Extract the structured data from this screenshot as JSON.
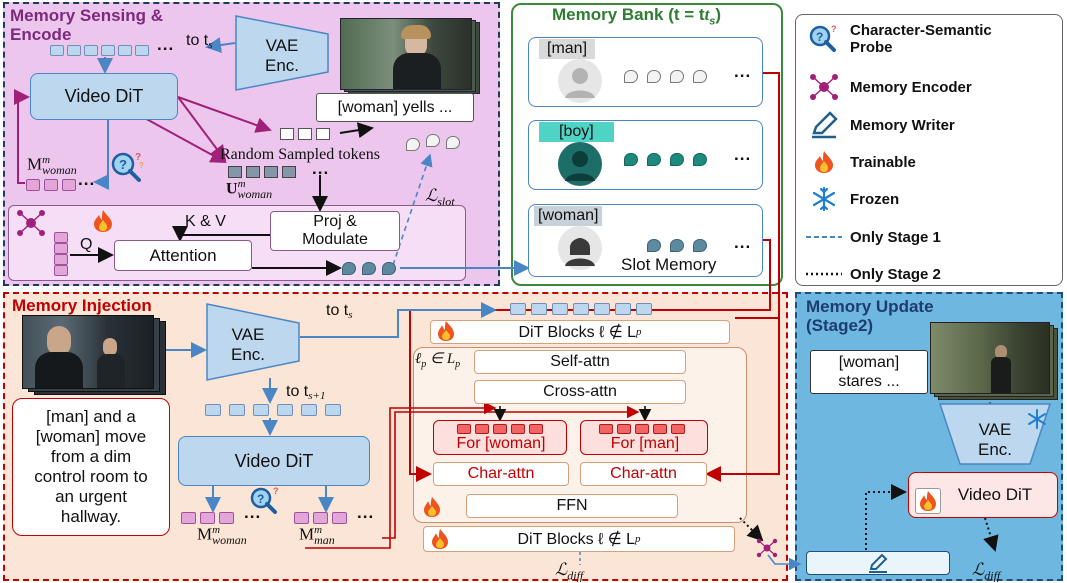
{
  "sensing": {
    "title_line1": "Memory Sensing &",
    "title_line2": "Encode",
    "to_ts": "to t",
    "to_ts_sub": "s",
    "vae_line1": "VAE",
    "vae_line2": "Enc.",
    "video_dit": "Video DiT",
    "caption": "[woman] yells ...",
    "m_base": "M",
    "m_sup": "m",
    "m_sub": "woman",
    "random_tokens": "Random Sampled tokens",
    "u_base": "U",
    "u_sup": "m",
    "u_sub": "woman",
    "l_slot_base": "ℒ",
    "l_slot_sub": "slot",
    "kv": "K & V",
    "q": "Q",
    "proj_line1": "Proj &",
    "proj_line2": "Modulate",
    "attention": "Attention"
  },
  "bank": {
    "title": "Memory Bank (t = t",
    "title_sub": "s",
    "title_end": ")",
    "slots": [
      {
        "label": "[man]"
      },
      {
        "label": "[boy]"
      },
      {
        "label": "[woman]"
      }
    ],
    "slot_memory": "Slot Memory",
    "ellipsis": "..."
  },
  "legend": {
    "items": [
      {
        "label_line1": "Character-Semantic",
        "label_line2": "Probe",
        "icon": "probe-icon"
      },
      {
        "label_line1": "Memory Encoder",
        "label_line2": "",
        "icon": "memory-encoder-icon"
      },
      {
        "label_line1": "Memory Writer",
        "label_line2": "",
        "icon": "pen-icon"
      },
      {
        "label_line1": "Trainable",
        "label_line2": "",
        "icon": "flame-icon"
      },
      {
        "label_line1": "Frozen",
        "label_line2": "",
        "icon": "snowflake-icon"
      },
      {
        "label_line1": "Only Stage 1",
        "label_line2": "",
        "icon": "dashed-line-icon"
      },
      {
        "label_line1": "Only Stage 2",
        "label_line2": "",
        "icon": "dotted-line-icon"
      }
    ]
  },
  "injection": {
    "title": "Memory Injection",
    "vae_line1": "VAE",
    "vae_line2": "Enc.",
    "to_ts": "to t",
    "to_ts_sub": "s",
    "to_ts1": "to t",
    "to_ts1_sub": "s+1",
    "prompt": "[man] and a [woman] move from a dim control room to an urgent hallway.",
    "video_dit": "Video DiT",
    "m1_base": "M",
    "m1_sup": "m",
    "m1_sub": "woman",
    "m2_base": "M",
    "m2_sup": "m",
    "m2_sub": "man",
    "dit_top": "DiT Blocks ℓ ∉ L",
    "dit_top_sub": "p",
    "lp_label": "ℓ",
    "lp_label_sub": "p",
    "lp_label_end": " ∈ L",
    "lp_label_sub2": "p",
    "self_attn": "Self-attn",
    "cross_attn": "Cross-attn",
    "for_woman": "For [woman]",
    "for_man": "For [man]",
    "char_attn": "Char-attn",
    "ffn": "FFN",
    "dit_bottom": "DiT Blocks ℓ ∉ L",
    "dit_bottom_sub": "p",
    "l_diff_base": "ℒ",
    "l_diff_sub": "diff"
  },
  "update": {
    "title_line1": "Memory Update",
    "title_line2": "(Stage2)",
    "caption_line1": "[woman]",
    "caption_line2": "stares ...",
    "vae_line1": "VAE",
    "vae_line2": "Enc.",
    "video_dit": "Video DiT",
    "l_diff_base": "ℒ",
    "l_diff_sub": "diff"
  },
  "colors": {
    "sensing_bg": "#ecc6ec",
    "sensing_border": "#1f3c5e",
    "bank_border": "#3b8a3b",
    "bank_title": "#2f7d32",
    "injection_bg": "#fbe5d6",
    "injection_border": "#c00000",
    "injection_title": "#c00000",
    "update_bg": "#6db7e0",
    "update_border": "#1f4e79",
    "token_blue": "#bdd7ee",
    "token_pink": "#e3a6d8",
    "token_red": "#f06565",
    "red_text": "#c00000",
    "purple_arrow": "#a0207a",
    "blue_arrow": "#4a86c5"
  }
}
